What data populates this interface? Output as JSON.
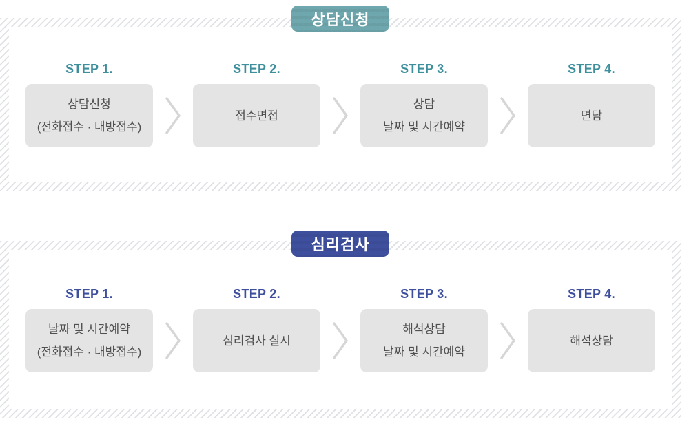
{
  "sections": [
    {
      "id": "counseling",
      "badge_label": "상담신청",
      "steps": [
        {
          "label": "STEP 1.",
          "lines": [
            "상담신청",
            "(전화접수 · 내방접수)"
          ]
        },
        {
          "label": "STEP 2.",
          "lines": [
            "접수면접"
          ]
        },
        {
          "label": "STEP 3.",
          "lines": [
            "상담",
            "날짜 및 시간예약"
          ]
        },
        {
          "label": "STEP 4.",
          "lines": [
            "면담"
          ]
        }
      ]
    },
    {
      "id": "psych-test",
      "badge_label": "심리검사",
      "steps": [
        {
          "label": "STEP 1.",
          "lines": [
            "날짜 및 시간예약",
            "(전화접수 · 내방접수)"
          ]
        },
        {
          "label": "STEP 2.",
          "lines": [
            "심리검사 실시"
          ]
        },
        {
          "label": "STEP 3.",
          "lines": [
            "해석상담",
            "날짜 및 시간예약"
          ]
        },
        {
          "label": "STEP 4.",
          "lines": [
            "해석상담"
          ]
        }
      ]
    }
  ],
  "icons": {
    "step_separator": "chevron-right-icon"
  },
  "colors": {
    "badge_counseling": "#6fa7ae",
    "badge_test": "#3e4f9e",
    "step_label_counseling": "#3e8f9c",
    "step_label_test": "#3e4f9e",
    "box_bg": "#e4e4e4",
    "box_text": "#4f4f4f",
    "chevron": "#d6d6d6",
    "hatch": "#dfe1e4"
  }
}
